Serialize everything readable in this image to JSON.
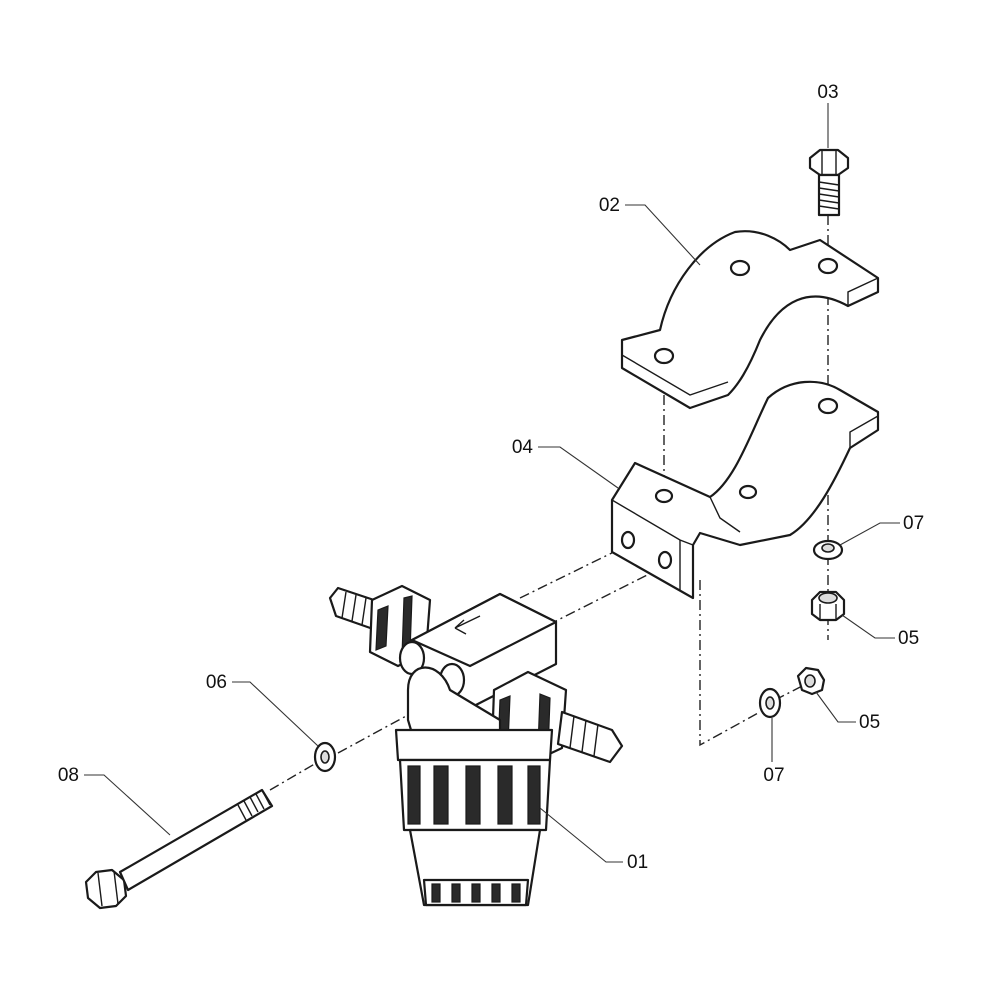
{
  "diagram": {
    "callouts": {
      "c01": "01",
      "c02": "02",
      "c03": "03",
      "c04": "04",
      "c05a": "05",
      "c05b": "05",
      "c06": "06",
      "c07a": "07",
      "c07b": "07",
      "c08": "08"
    }
  }
}
